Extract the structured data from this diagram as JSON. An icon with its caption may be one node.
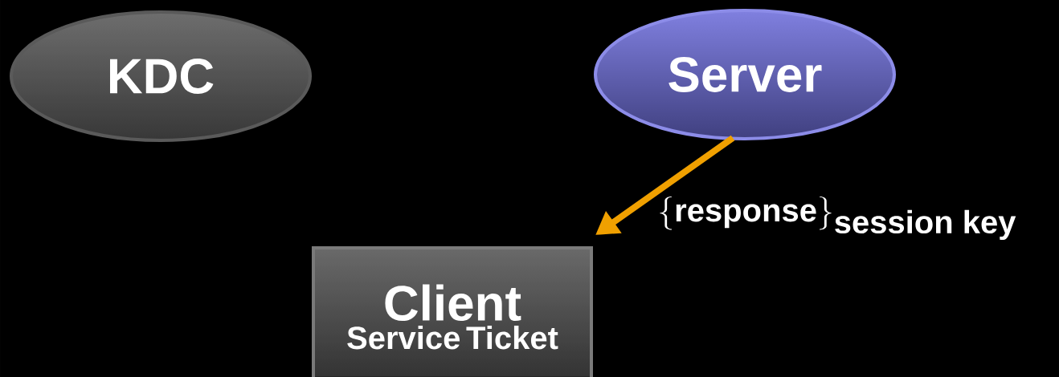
{
  "diagram": {
    "nodes": [
      {
        "text": [
          "KDC"
        ]
      },
      {
        "text": [
          "Server"
        ]
      },
      {
        "text": [
          "Client",
          "Service Ticket"
        ]
      }
    ],
    "edges": [
      {
        "from": 1,
        "to": 2,
        "arrow": "to",
        "label": "\\{\\textbf{response}\\}_{\\textbf{session key}}",
        "color": "#f0a000"
      }
    ]
  }
}
